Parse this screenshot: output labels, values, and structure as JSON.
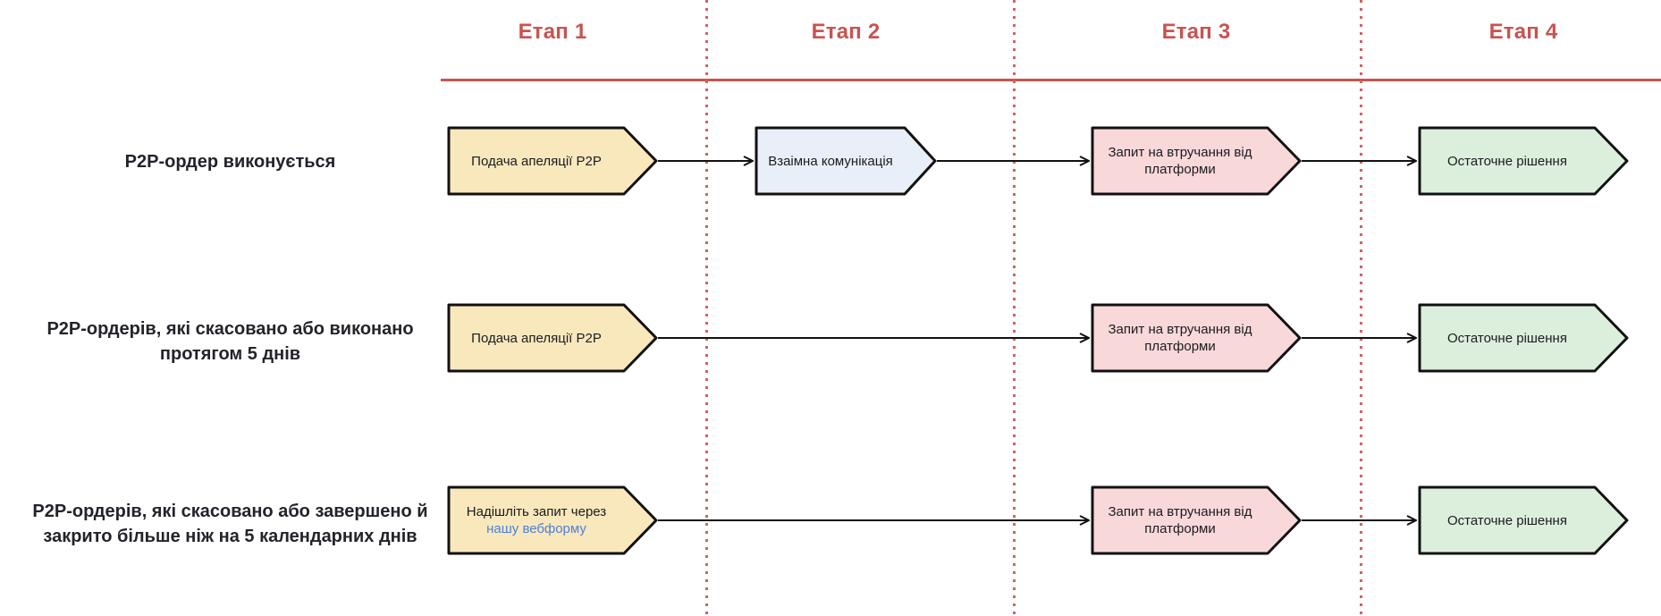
{
  "header": {
    "stages": [
      "Етап 1",
      "Етап 2",
      "Етап 3",
      "Етап 4"
    ]
  },
  "rows": [
    {
      "label_lines": [
        "P2P-ордер виконується"
      ],
      "steps": {
        "step1": {
          "lines": [
            "Подача апеляції P2P"
          ]
        },
        "step2": {
          "lines": [
            "Взаімна комунікація"
          ]
        },
        "step3": {
          "lines": [
            "Запит на втручання від",
            "платформи"
          ]
        },
        "step4": {
          "lines": [
            "Остаточне рішення"
          ]
        }
      }
    },
    {
      "label_lines": [
        "P2P-ордерів, які скасовано або виконано",
        "протягом 5 днів"
      ],
      "steps": {
        "step1": {
          "lines": [
            "Подача апеляції P2P"
          ]
        },
        "step3": {
          "lines": [
            "Запит на втручання від",
            "платформи"
          ]
        },
        "step4": {
          "lines": [
            "Остаточне рішення"
          ]
        }
      }
    },
    {
      "label_lines": [
        "P2P-ордерів, які скасовано або завершено й",
        "закрито більше ніж на 5 календарних днів"
      ],
      "steps": {
        "step1": {
          "line1": "Надішліть запит через",
          "link_text": "нашу вебформу"
        },
        "step3": {
          "lines": [
            "Запит на втручання від",
            "платформи"
          ]
        },
        "step4": {
          "lines": [
            "Остаточне рішення"
          ]
        }
      }
    }
  ],
  "colors": {
    "accent_red": "#c9534f",
    "separator_red": "#d4625e",
    "step_yellow": "#f8e8bc",
    "step_blue": "#e9eff8",
    "step_pink": "#f9d8da",
    "step_green": "#dcefdd",
    "link_blue": "#4d80d8",
    "box_border": "#111111",
    "label_text": "#23232b"
  }
}
